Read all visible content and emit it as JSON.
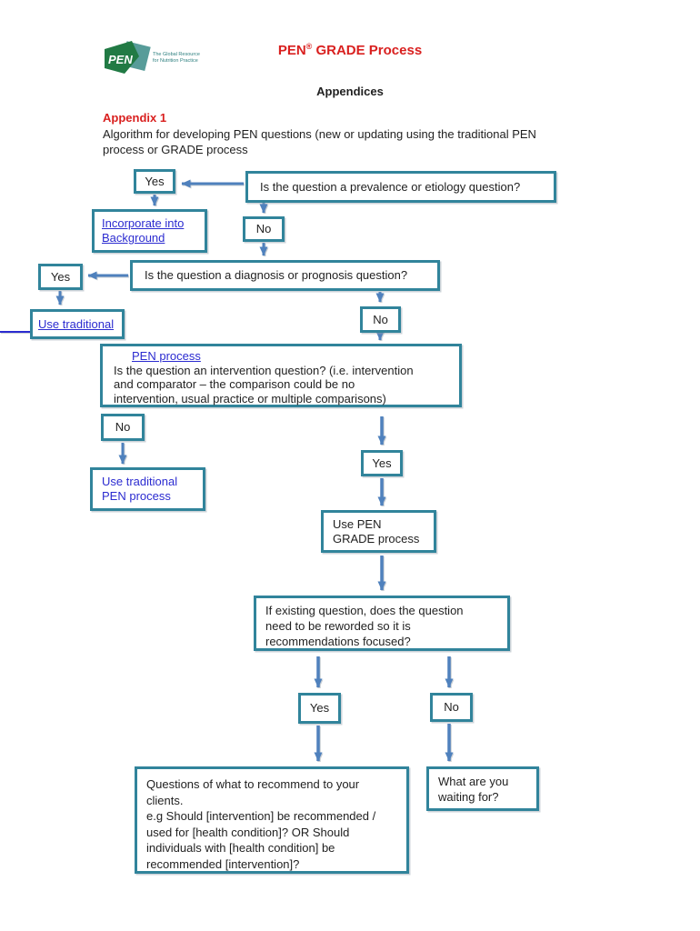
{
  "colors": {
    "box_border_teal": "#31849b",
    "arrow_blue": "#4f81bd",
    "link_blue": "#2b2bd0",
    "title_red": "#d9201f",
    "logo_green": "#217a44",
    "logo_teal": "#45918e"
  },
  "header": {
    "title_pre": "PEN",
    "title_sup": "®",
    "title_post": " GRADE Process",
    "subtitle": "Appendices"
  },
  "logo": {
    "text": "PEN",
    "tagline1": "The Global Resource",
    "tagline2": "for Nutrition Practice"
  },
  "intro": {
    "appendix_label": "Appendix 1",
    "description": "Algorithm for developing PEN questions (new or updating using the traditional PEN\nprocess or GRADE process"
  },
  "flow": {
    "yes_top": "Yes",
    "q_prevalence": "Is the question a prevalence or etiology question?",
    "incorporate_link": "Incorporate into\nBackground",
    "no_prevalence": "No",
    "yes_diagnosis": "Yes",
    "q_diagnosis": "Is the question a diagnosis or prognosis question?",
    "use_traditional_link": "Use traditional",
    "no_diagnosis": "No",
    "pen_process_link": "PEN process",
    "q_intervention": "Is the question an intervention question? (i.e. intervention\nand comparator – the comparison could be no\nintervention, usual practice or multiple comparisons)",
    "no_intervention": "No",
    "use_traditional_pen": "Use traditional\nPEN process",
    "yes_intervention": "Yes",
    "use_pen_grade": "Use PEN\nGRADE process",
    "q_reword": "If existing question, does the question\nneed to be reworded so it is\nrecommendations focused?",
    "yes_reword": "Yes",
    "no_reword": "No",
    "questions_text": "Questions of what to recommend to your\nclients.\ne.g Should [intervention] be recommended /\nused for [health condition]? OR Should\nindividuals with [health condition] be\nrecommended [intervention]?",
    "waiting_text": "What are you\nwaiting for?"
  }
}
